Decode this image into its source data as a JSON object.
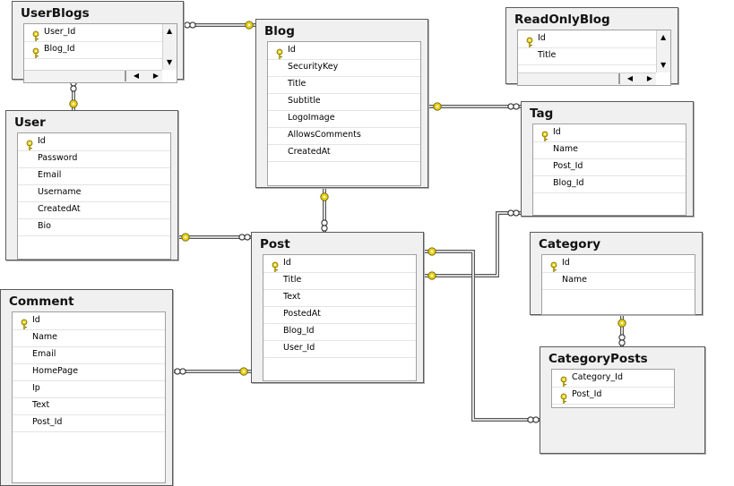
{
  "diagram": {
    "tables": [
      {
        "id": "userblogs",
        "title": "UserBlogs",
        "key_rows": [
          0,
          1
        ],
        "columns": [
          "User_Id",
          "Blog_Id"
        ],
        "scroll": {
          "vertical": true,
          "horizontal": true
        }
      },
      {
        "id": "blog",
        "title": "Blog",
        "key_rows": [
          0
        ],
        "columns": [
          "Id",
          "SecurityKey",
          "Title",
          "Subtitle",
          "LogoImage",
          "AllowsComments",
          "CreatedAt"
        ],
        "scroll": {
          "vertical": false,
          "horizontal": false
        }
      },
      {
        "id": "readonlyblog",
        "title": "ReadOnlyBlog",
        "key_rows": [
          0
        ],
        "columns": [
          "Id",
          "Title"
        ],
        "scroll": {
          "vertical": true,
          "horizontal": true
        }
      },
      {
        "id": "user",
        "title": "User",
        "key_rows": [
          0
        ],
        "columns": [
          "Id",
          "Password",
          "Email",
          "Username",
          "CreatedAt",
          "Bio"
        ],
        "scroll": {
          "vertical": false,
          "horizontal": false
        }
      },
      {
        "id": "tag",
        "title": "Tag",
        "key_rows": [
          0
        ],
        "columns": [
          "Id",
          "Name",
          "Post_Id",
          "Blog_Id"
        ],
        "scroll": {
          "vertical": false,
          "horizontal": false
        }
      },
      {
        "id": "post",
        "title": "Post",
        "key_rows": [
          0
        ],
        "columns": [
          "Id",
          "Title",
          "Text",
          "PostedAt",
          "Blog_Id",
          "User_Id"
        ],
        "scroll": {
          "vertical": false,
          "horizontal": false
        }
      },
      {
        "id": "category",
        "title": "Category",
        "key_rows": [
          0
        ],
        "columns": [
          "Id",
          "Name"
        ],
        "scroll": {
          "vertical": false,
          "horizontal": false
        }
      },
      {
        "id": "comment",
        "title": "Comment",
        "key_rows": [
          0
        ],
        "columns": [
          "Id",
          "Name",
          "Email",
          "HomePage",
          "Ip",
          "Text",
          "Post_Id"
        ],
        "scroll": {
          "vertical": false,
          "horizontal": false
        }
      },
      {
        "id": "categoryposts",
        "title": "CategoryPosts",
        "key_rows": [
          0,
          1
        ],
        "columns": [
          "Category_Id",
          "Post_Id"
        ],
        "scroll": {
          "vertical": false,
          "horizontal": false
        }
      }
    ],
    "relationships": [
      {
        "from": "userblogs",
        "to": "blog",
        "one_end": "blog",
        "many_end": "userblogs"
      },
      {
        "from": "userblogs",
        "to": "user",
        "one_end": "user",
        "many_end": "userblogs"
      },
      {
        "from": "blog",
        "to": "tag",
        "one_end": "blog",
        "many_end": "tag"
      },
      {
        "from": "blog",
        "to": "post",
        "one_end": "blog",
        "many_end": "post"
      },
      {
        "from": "user",
        "to": "post",
        "one_end": "user",
        "many_end": "post"
      },
      {
        "from": "post",
        "to": "tag",
        "one_end": "post",
        "many_end": "tag"
      },
      {
        "from": "post",
        "to": "categoryposts",
        "one_end": "post",
        "many_end": "categoryposts"
      },
      {
        "from": "category",
        "to": "categoryposts",
        "one_end": "category",
        "many_end": "categoryposts"
      },
      {
        "from": "comment",
        "to": "post",
        "one_end": "post",
        "many_end": "comment"
      }
    ],
    "colors": {
      "key_icon": "#e8d21c",
      "connector": "#555555",
      "table_fill": "#f0f0f0",
      "grid_fill": "#ffffff"
    }
  }
}
